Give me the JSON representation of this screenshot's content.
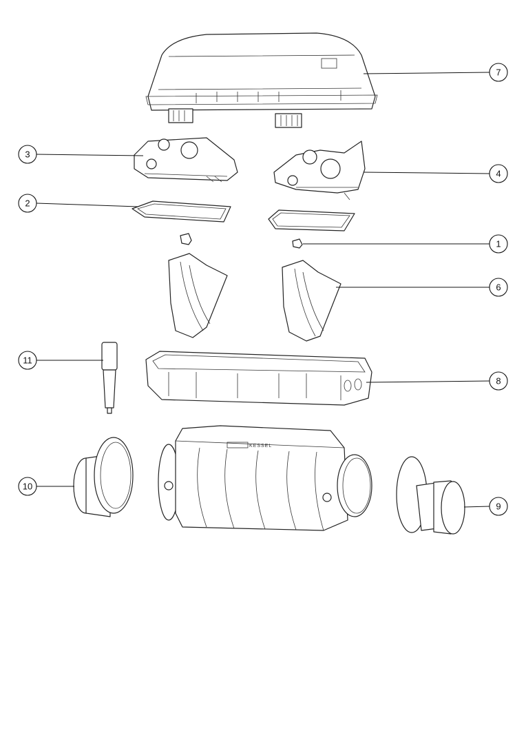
{
  "diagram": {
    "type": "exploded-parts-view",
    "logo_text": "KESSEL",
    "callouts": [
      {
        "id": "7",
        "label": "7"
      },
      {
        "id": "3",
        "label": "3"
      },
      {
        "id": "4",
        "label": "4"
      },
      {
        "id": "2",
        "label": "2"
      },
      {
        "id": "1",
        "label": "1"
      },
      {
        "id": "6",
        "label": "6"
      },
      {
        "id": "11",
        "label": "11"
      },
      {
        "id": "8",
        "label": "8"
      },
      {
        "id": "10",
        "label": "10"
      },
      {
        "id": "9",
        "label": "9"
      }
    ]
  }
}
